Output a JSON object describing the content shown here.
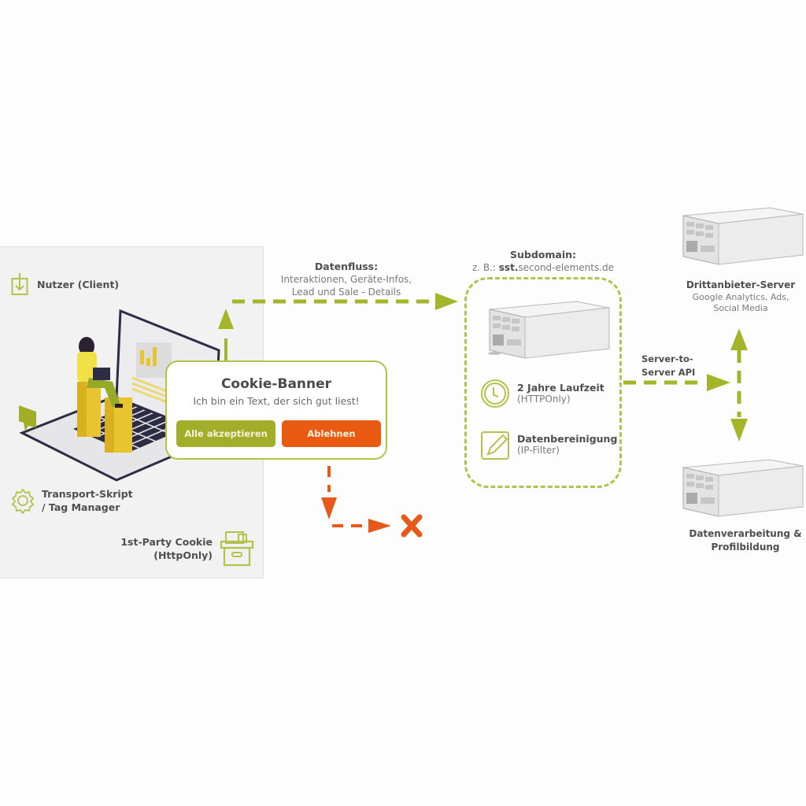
{
  "colors": {
    "accent_green": "#a5b52a",
    "reject_orange": "#e8581a",
    "panel_gray": "#f2f2f2",
    "text_dark": "#4a4a4a",
    "text_light": "#7a7a7a"
  },
  "client": {
    "user_label": "Nutzer (Client)",
    "user_icon": "download-box-icon",
    "transport_label_line1": "Transport-Skript",
    "transport_label_line2": "/ Tag Manager",
    "transport_icon": "gear-icon",
    "cookie_label_line1": "1st-Party Cookie",
    "cookie_label_line2": "(HttpOnly)",
    "cookie_icon": "archive-box-icon"
  },
  "cookie_banner": {
    "title": "Cookie-Banner",
    "text": "Ich bin ein Text, der sich gut liest!",
    "accept_label": "Alle akzeptieren",
    "reject_label": "Ablehnen"
  },
  "data_flow": {
    "title": "Datenfluss:",
    "line1": "Interaktionen, Geräte-Infos,",
    "line2": "Lead und Sale - Details"
  },
  "subdomain": {
    "title": "Subdomain:",
    "example_prefix": "z. B.: ",
    "example_bold": "sst.",
    "example_rest": "second-elements.de",
    "features": [
      {
        "icon": "clock-icon",
        "title": "2 Jahre Laufzeit",
        "subtitle": "(HTTPOnly)"
      },
      {
        "icon": "pencil-edit-icon",
        "title": "Datenbereinigung",
        "subtitle": "(IP-Filter)"
      }
    ]
  },
  "server_api": {
    "line1": "Server-to-",
    "line2": "Server API"
  },
  "third_party": {
    "title": "Drittanbieter-Server",
    "line1": "Google Analytics, Ads,",
    "line2": "Social Media"
  },
  "processing": {
    "line1": "Datenverarbeitung &",
    "line2": "Profilbildung"
  }
}
